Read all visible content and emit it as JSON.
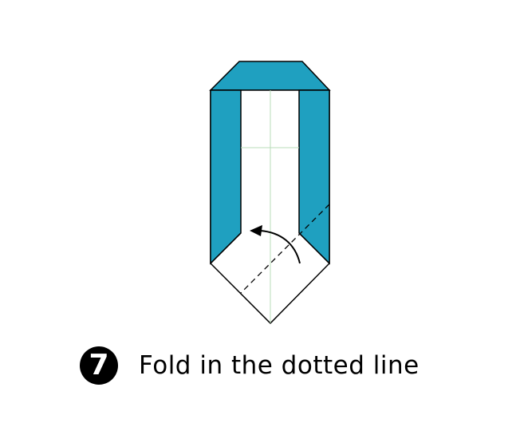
{
  "step": {
    "number": "7",
    "instruction": "Fold in the dotted line"
  },
  "colors": {
    "paper_color": "#1fa0c0",
    "paper_white": "#ffffff",
    "outline": "#000000",
    "guide_line": "#b8dcb8"
  },
  "icons": {
    "fold_arrow": "curved-arrow-icon",
    "fold_line": "dashed-fold-line"
  }
}
